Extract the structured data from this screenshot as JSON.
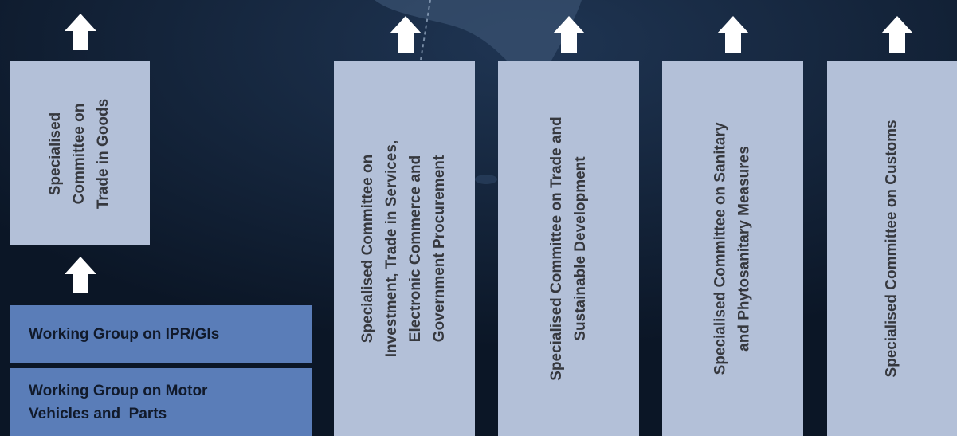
{
  "committees": [
    {
      "lines": [
        "Specialised",
        "Committee on",
        "Trade in Goods"
      ]
    },
    {
      "lines": [
        "Specialised  Committee on",
        "Investment, Trade in Services,",
        "Electronic Commerce and",
        "Government Procurement"
      ]
    },
    {
      "lines": [
        "Specialised Committee on Trade and",
        "Sustainable Development"
      ]
    },
    {
      "lines": [
        "Specialised Committee on Sanitary",
        "and Phytosanitary Measures"
      ]
    },
    {
      "lines": [
        "Specialised Committee on Customs"
      ]
    }
  ],
  "working_groups": [
    {
      "lines": [
        "Working Group on IPR/GIs"
      ]
    },
    {
      "lines": [
        "Working Group on Motor",
        "Vehicles and  Parts"
      ]
    }
  ],
  "colors": {
    "background": "#0d1a2c",
    "committee_box": "#b3c0d8",
    "working_group_box": "#5a7db8",
    "arrow": "#ffffff"
  }
}
